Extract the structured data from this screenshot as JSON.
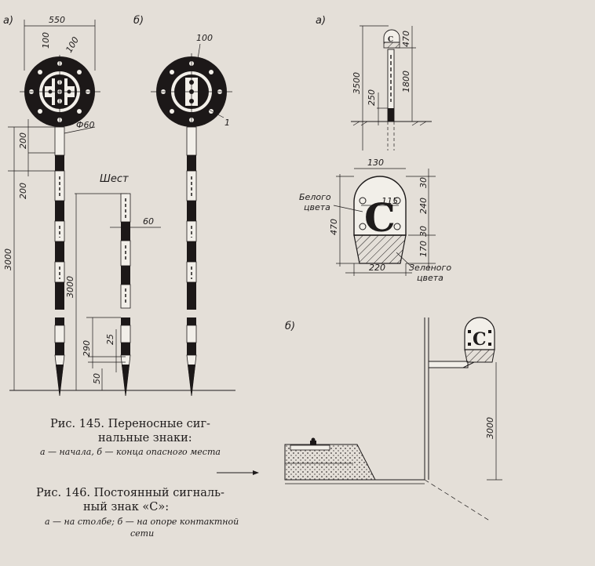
{
  "fig145": {
    "panel_a": "а)",
    "panel_b": "б)",
    "dims_a": {
      "width": "550",
      "inner1": "100",
      "inner2": "100",
      "diameter": "Ф60",
      "seg1": "200",
      "seg2": "200",
      "total": "3000"
    },
    "dims_b": {
      "top": "100",
      "callout": "1"
    },
    "pole": {
      "label": "Шест",
      "width": "60",
      "length": "3000",
      "d290": "290",
      "d25": "25",
      "d50": "50"
    },
    "caption_line1": "Рис. 145. Переносные сиг-",
    "caption_line2": "нальные знаки:",
    "caption_sub": "а — начала, б — конца опасного места"
  },
  "fig146": {
    "panel_a": "а)",
    "panel_b": "б)",
    "sign_letter": "С",
    "dims_a": {
      "d470": "470",
      "d3500": "3500",
      "d1800": "1800",
      "d250": "250"
    },
    "detail": {
      "d130": "130",
      "d30top": "30",
      "d240": "240",
      "d115": "115",
      "d30mid": "30",
      "d470": "470",
      "d170": "170",
      "d220": "220",
      "white_label_1": "Белого",
      "white_label_2": "цвета",
      "green_label_1": "Зеленого",
      "green_label_2": "цвета"
    },
    "dims_b": {
      "d3000": "3000"
    },
    "caption_line1": "Рис. 146. Постоянный сигналь-",
    "caption_line2": "ный знак «С»:",
    "caption_sub1": "а — на столбе; б — на опоре контактной",
    "caption_sub2": "сети"
  }
}
